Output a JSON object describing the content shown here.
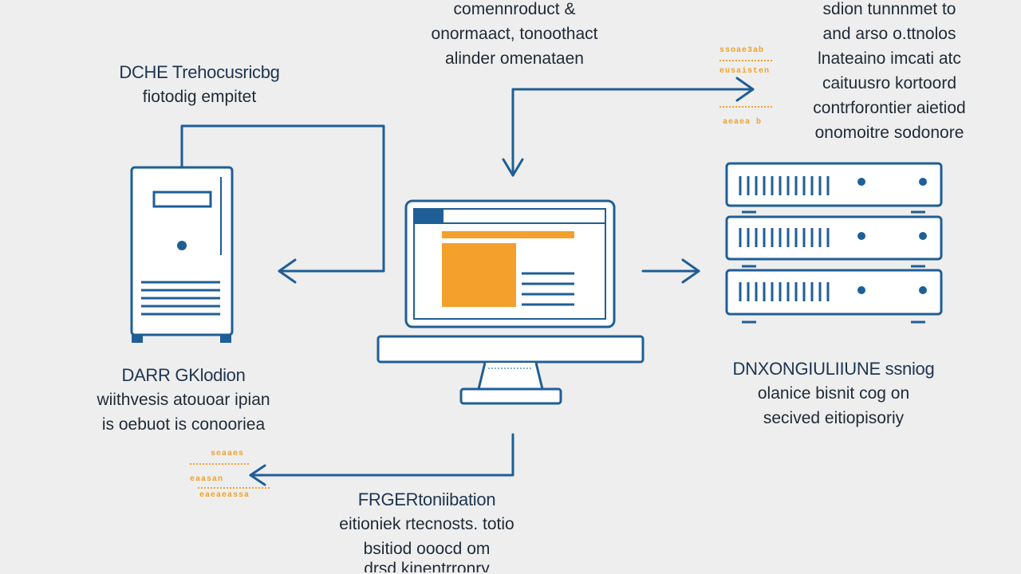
{
  "colors": {
    "background": "#eeeeee",
    "stroke": "#1f5e96",
    "accent_orange": "#f3a02d",
    "text": "#1f2a36"
  },
  "labels": {
    "top_center": {
      "lines": [
        "comennroduct &",
        "onormaact, tonoothact",
        "alinder omenataen"
      ]
    },
    "top_right": {
      "lines": [
        "sdion tunnnmet to",
        "and arso o.ttnolos",
        "lnateaino imcati atc",
        "caituusro kortoord",
        "contrforontier aietiod",
        "onomoitre sodonore"
      ]
    },
    "left_top": {
      "title": "DCHE Trehocusricbg",
      "lines": [
        "fiotodig empitet"
      ]
    },
    "left_bottom": {
      "title": "DARR GKlodion",
      "lines": [
        "wiithvesis atouoar ipian",
        "is oebuot is conooriea"
      ]
    },
    "right_bottom": {
      "title": "DNXONGIULIIUNE ssniog",
      "lines": [
        "olanice bisnit cog on",
        "secived eitiopisoriy"
      ]
    },
    "bottom_center": {
      "title": "FRGERtoniibation",
      "lines": [
        "eitioniek rtecnosts. totio",
        "bsitiod ooocd om",
        "drsd kinentrronry"
      ]
    },
    "notes": {
      "top_right_a": "ssoae3ab",
      "top_right_b": "eusaisten",
      "top_right_c": "aeaea b",
      "bottom_left_a": "seaaes",
      "bottom_left_b": "eaasan",
      "bottom_left_c": "eaeaeassa"
    }
  }
}
